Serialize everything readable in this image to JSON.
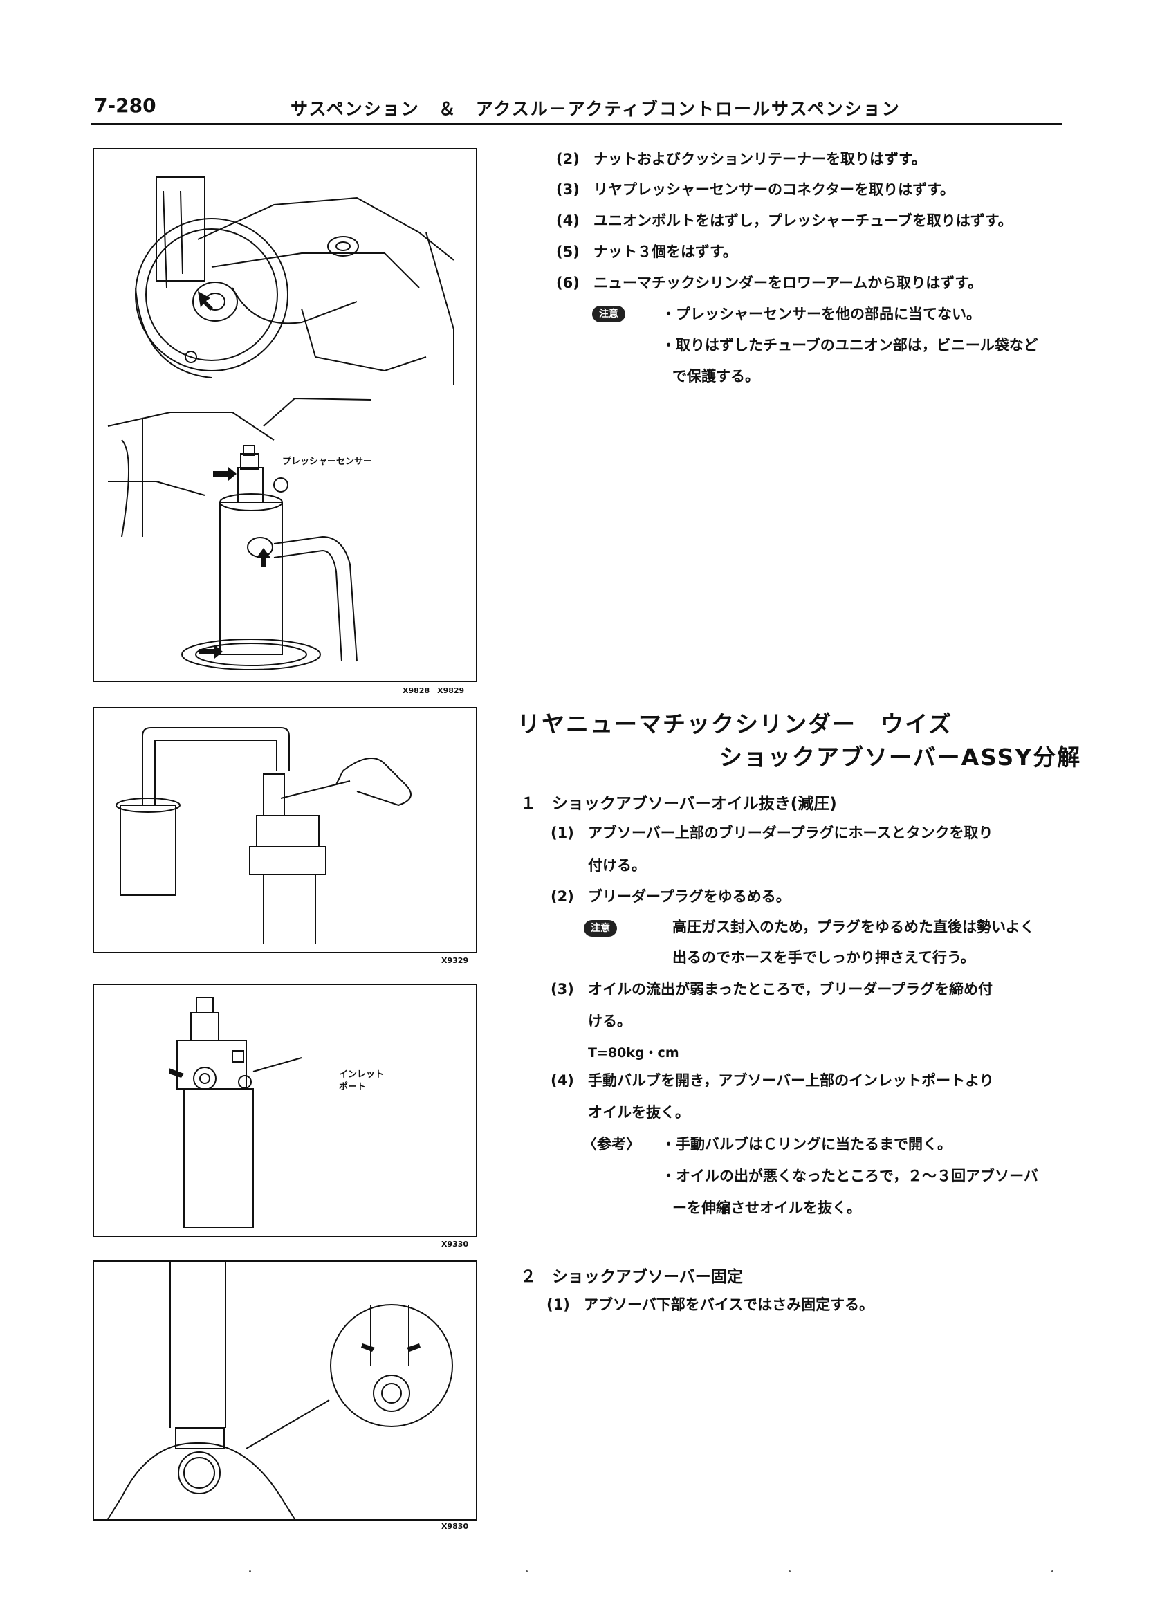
{
  "header": {
    "page_number": "7-280",
    "title": "サスペンション　＆　アクスル－アクティブコントロールサスペンション"
  },
  "figures": {
    "fig1": {
      "codes": "X9828　X9829",
      "callout": "プレッシャーセンサー"
    },
    "fig2": {
      "code": "X9329"
    },
    "fig3": {
      "code": "X9330",
      "callout_line1": "インレット",
      "callout_line2": "ポート"
    },
    "fig4": {
      "code": "X9830"
    }
  },
  "top_steps": [
    {
      "num": "(2)",
      "text": "ナットおよびクッションリテーナーを取りはずす。"
    },
    {
      "num": "(3)",
      "text": "リヤプレッシャーセンサーのコネクターを取りはずす。"
    },
    {
      "num": "(4)",
      "text": "ユニオンボルトをはずし，プレッシャーチューブを取りはずす。"
    },
    {
      "num": "(5)",
      "text": "ナット３個をはずす。"
    },
    {
      "num": "(6)",
      "text": "ニューマチックシリンダーをロワーアームから取りはずす。"
    }
  ],
  "caution1": {
    "badge": "注意",
    "line1": "・プレッシャーセンサーを他の部品に当てない。",
    "line2": "・取りはずしたチューブのユニオン部は，ビニール袋など",
    "line3": "で保護する。"
  },
  "section": {
    "title_line1": "リヤニューマチックシリンダー　ウイズ",
    "title_line2": "ショックアブソーバーASSY分解"
  },
  "step1": {
    "title": "１　ショックアブソーバーオイル抜き(減圧)",
    "s1_num": "(1)",
    "s1_line1": "アブソーバー上部のブリーダープラグにホースとタンクを取り",
    "s1_line2": "付ける。",
    "s2_num": "(2)",
    "s2_text": "ブリーダープラグをゆるめる。",
    "caution_badge": "注意",
    "caution_line1": "高圧ガス封入のため，プラグをゆるめた直後は勢いよく",
    "caution_line2": "出るのでホースを手でしっかり押さえて行う。",
    "s3_num": "(3)",
    "s3_line1": "オイルの流出が弱まったところで，ブリーダープラグを締め付",
    "s3_line2": "ける。",
    "torque": "T=80kg・cm",
    "s4_num": "(4)",
    "s4_line1": "手動バルブを開き，アブソーバー上部のインレットポートより",
    "s4_line2": "オイルを抜く。",
    "ref_label": "〈参考〉",
    "ref_line1": "・手動バルブはＣリングに当たるまで開く。",
    "ref_line2": "・オイルの出が悪くなったところで，２～３回アブソーバ",
    "ref_line3": "ーを伸縮させオイルを抜く。"
  },
  "step2": {
    "title": "２　ショックアブソーバー固定",
    "s1_num": "(1)",
    "s1_text": "アブソーバ下部をバイスではさみ固定する。"
  }
}
